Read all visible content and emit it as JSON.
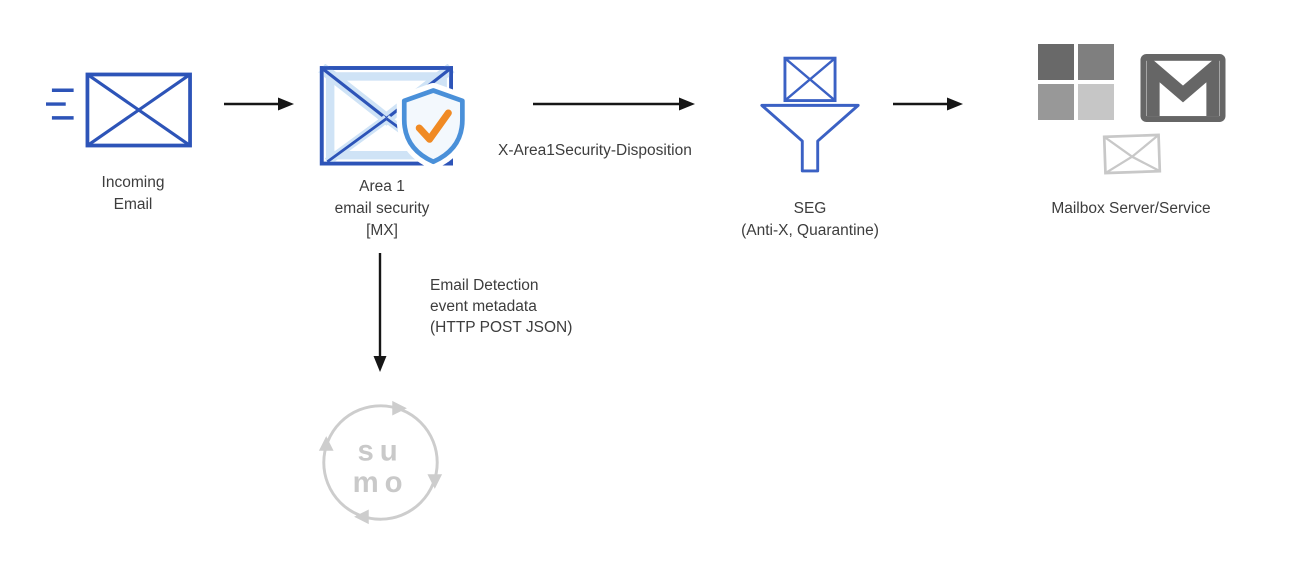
{
  "nodes": {
    "incoming_email": {
      "line1": "Incoming",
      "line2": "Email"
    },
    "area1": {
      "line1": "Area 1",
      "line2": "email security",
      "line3": "[MX]"
    },
    "seg": {
      "line1": "SEG",
      "line2": "(Anti-X, Quarantine)"
    },
    "mailbox": {
      "label": "Mailbox Server/Service"
    },
    "sumo_logo": {
      "line1": "su",
      "line2": "mo"
    }
  },
  "edges": {
    "disposition": {
      "label": "X-Area1Security-Disposition"
    },
    "metadata": {
      "line1": "Email Detection",
      "line2": "event metadata",
      "line3": "(HTTP POST JSON)"
    }
  },
  "icons": {
    "incoming_email": "envelope-with-speed-lines",
    "area1": "envelope-with-shield-check",
    "seg": "envelope-over-funnel",
    "mailbox_microsoft": "microsoft-logo",
    "mailbox_gmail": "gmail-logo",
    "mailbox_envelope": "small-envelope",
    "sumo": "sumo-logic-circular-arrows-logo"
  },
  "colors": {
    "envelope_blue": "#2d54b8",
    "seg_blue": "#3b61c4",
    "light_blue": "#cfe3f6",
    "shield_blue": "#4a90d9",
    "check_orange": "#f08a24",
    "arrow_black": "#161616",
    "text": "#3d3d3d",
    "logo_gray": "#cbcbcb",
    "ms_gray_tl": "#696969",
    "ms_gray_tr": "#7f7f7f",
    "ms_gray_bl": "#989898",
    "ms_gray_br": "#c6c6c6",
    "gmail_gray": "#666666"
  }
}
